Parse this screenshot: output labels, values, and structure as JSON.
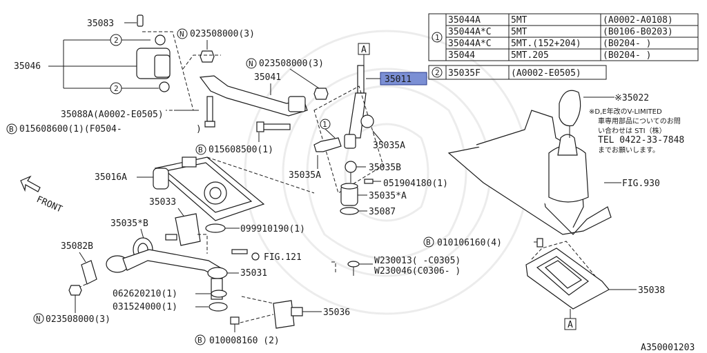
{
  "callouts": {
    "p35083": "35083",
    "p35046": "35046",
    "p35088A": "35088A(A0002-E0505)",
    "bolt_015608600": "015608600(1)(F0504-",
    "bolt_015608600_end": ")",
    "nut_top": "023508000(3)",
    "nut_mid": "023508000(3)",
    "nut_bottom": "023508000(3)",
    "p35041": "35041",
    "p35011": "35011",
    "frame_ref_A": "A",
    "bolt_015608500": "015608500(1)",
    "p35035A_1": "35035A",
    "p35035A_2": "35035A",
    "p35035B": "35035B",
    "p051904180": "051904180(1)",
    "p35035sA": "35035*A",
    "p35087": "35087",
    "p35016A": "35016A",
    "p35033": "35033",
    "p35035sB": "35035*B",
    "p099910190": "099910190(1)",
    "fig121": "FIG.121",
    "p35082B": "35082B",
    "p35031": "35031",
    "p062620210": "062620210(1)",
    "p031524000": "031524000(1)",
    "p35036": "35036",
    "bolt_010008160": "010008160 (2)",
    "w230013": "W230013(      -C0305)",
    "w230046": "W230046(C0306-     )",
    "p35022": "※35022",
    "fig930": "FIG.930",
    "bolt_010106160": "010106160(4)",
    "p35038": "35038",
    "front": "FRONT",
    "frame_ref_A2": "A",
    "figure_code": "A350001203"
  },
  "markers": {
    "circle_1": "1",
    "circle_2": "2",
    "N": "N",
    "B": "B"
  },
  "note_35022": [
    "※D,E年改のV-LIMITED",
    "車専用部品についてのお問",
    "い合わせは STI（株）",
    "TEL 0422-33-7848",
    "までお願いします。"
  ],
  "table1": {
    "rows": [
      [
        "35044A",
        "5MT",
        "(A0002-A0108)"
      ],
      [
        "35044A*C",
        "5MT",
        "(B0106-B0203)"
      ],
      [
        "35044A*C",
        "5MT.(152+204)",
        "(B0204-      )"
      ],
      [
        "35044",
        "5MT.205",
        "(B0204-      )"
      ]
    ]
  },
  "table2": {
    "rows": [
      [
        "35035F",
        "(A0002-E0505)"
      ]
    ]
  },
  "colors": {
    "highlight": "#7b8fd4",
    "ink": "#1a1a1a"
  }
}
